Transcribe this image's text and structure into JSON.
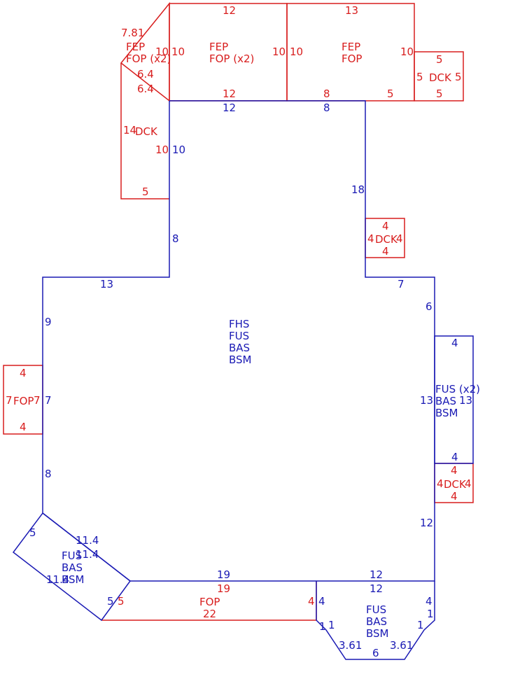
{
  "colors": {
    "main": "#1a1ab4",
    "extension": "#d81e1e",
    "background": "#ffffff"
  },
  "main_room": {
    "codes": [
      "FHS",
      "FUS",
      "BAS",
      "BSM"
    ]
  },
  "right_bay": {
    "codes": [
      "FUS (x2)",
      "BAS",
      "BSM"
    ]
  },
  "bottom_left_bay": {
    "codes": [
      "FUS",
      "BAS",
      "BSM"
    ]
  },
  "bottom_right_bay": {
    "codes": [
      "FUS",
      "BAS",
      "BSM"
    ]
  },
  "top_left_room": {
    "codes": [
      "FEP",
      "FOP (x2)"
    ]
  },
  "top_mid_room": {
    "codes": [
      "FEP",
      "FOP (x2)"
    ]
  },
  "top_right_room": {
    "codes": [
      "FEP",
      "FOP"
    ]
  },
  "dck_top_right": {
    "code": "DCK"
  },
  "dck_left_upper": {
    "code": "DCK"
  },
  "dck_right_wall": {
    "code": "DCK"
  },
  "dck_right_lower": {
    "code": "DCK"
  },
  "fop_left": {
    "code": "FOP"
  },
  "fop_bottom": {
    "code": "FOP"
  },
  "dims": {
    "main_top_12": "12",
    "main_top_8": "8",
    "main_left_10": "10",
    "main_left_8": "8",
    "main_right_18": "18",
    "main_13": "13",
    "main_7": "7",
    "main_6": "6",
    "main_9": "9",
    "main_left_7": "7",
    "main_8b": "8",
    "main_right_13": "13",
    "main_12r": "12",
    "main_19": "19",
    "main_12b": "12",
    "rb_4t": "4",
    "rb_13": "13",
    "rb_4b": "4",
    "bl_5": "5",
    "bl_114a": "11.4",
    "bl_114b": "11.4",
    "bl_114c": "11.4",
    "bl_5b": "5",
    "br_12": "12",
    "br_4l": "4",
    "br_4r": "4",
    "br_1a": "1",
    "br_1b": "1",
    "br_1c": "1",
    "br_361a": "3.61",
    "br_361b": "3.61",
    "br_6": "6",
    "tl_781": "7.81",
    "tl_10a": "10",
    "tl_64a": "6.4",
    "tl_64b": "6.4",
    "tm_12t": "12",
    "tm_10r": "10",
    "tm_12b": "12",
    "tm_10l": "10",
    "tr_13": "13",
    "tr_10l": "10",
    "tr_10r": "10",
    "tr_8": "8",
    "tr_5": "5",
    "dk1_5t": "5",
    "dk1_5l": "5",
    "dk1_5r": "5",
    "dk1_5b": "5",
    "dk2_14": "14",
    "dk2_10": "10",
    "dk2_5": "5",
    "dk3_4t": "4",
    "dk3_4l": "4",
    "dk3_4r": "4",
    "dk3_4b": "4",
    "dk4_4t": "4",
    "dk4_4l": "4",
    "dk4_4r": "4",
    "dk4_4b": "4",
    "fl_4t": "4",
    "fl_7l": "7",
    "fl_7r": "7",
    "fl_4b": "4",
    "fb_19": "19",
    "fb_22": "22",
    "fb_4": "4",
    "fb_5": "5"
  }
}
